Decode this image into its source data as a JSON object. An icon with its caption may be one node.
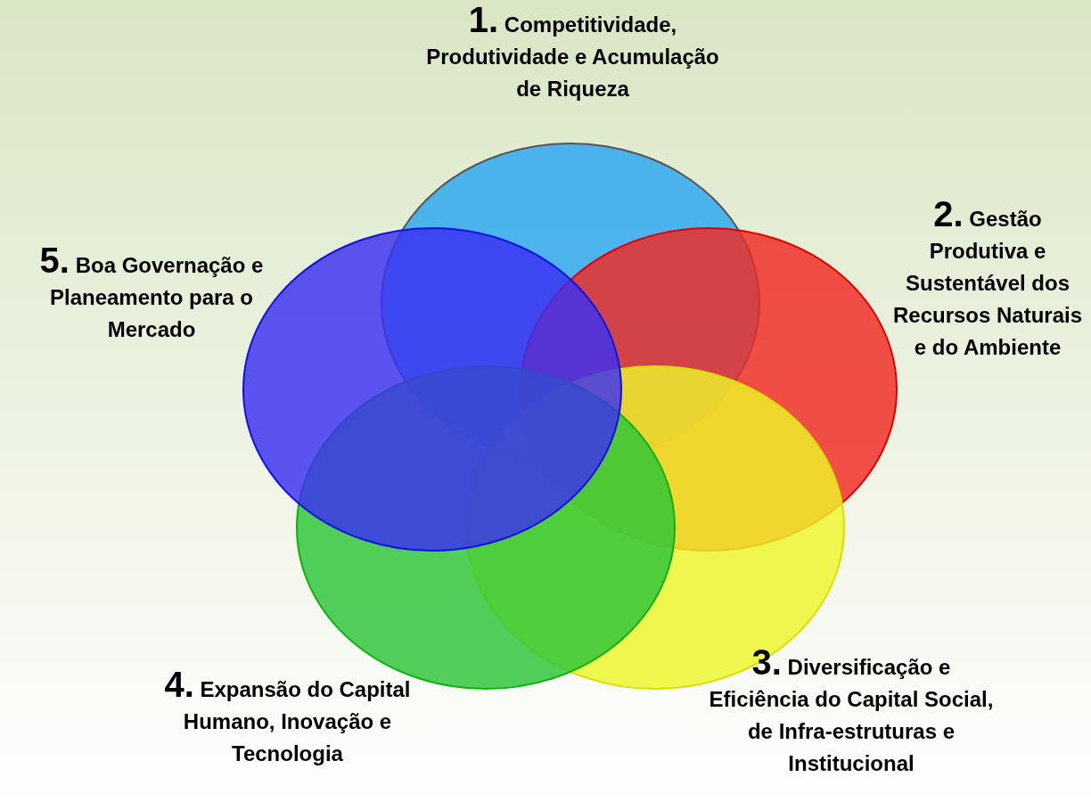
{
  "diagram": {
    "nodes": [
      {
        "text": [
          "1.",
          "Competitividade, Produtividade e Acumulação de Riqueza"
        ]
      },
      {
        "text": [
          "2.",
          "Gestão Produtiva e Sustentável dos Recursos Naturais e do Ambiente"
        ]
      },
      {
        "text": [
          "3.",
          "Diversificação e Eficiência do Capital Social, de Infra-estruturas e Institucional"
        ]
      },
      {
        "text": [
          "4.",
          "Expansão do Capital Humano, Inovação e Tecnologia"
        ]
      },
      {
        "text": [
          "5.",
          "Boa Governação e Planeamento para o Mercado"
        ]
      }
    ]
  }
}
